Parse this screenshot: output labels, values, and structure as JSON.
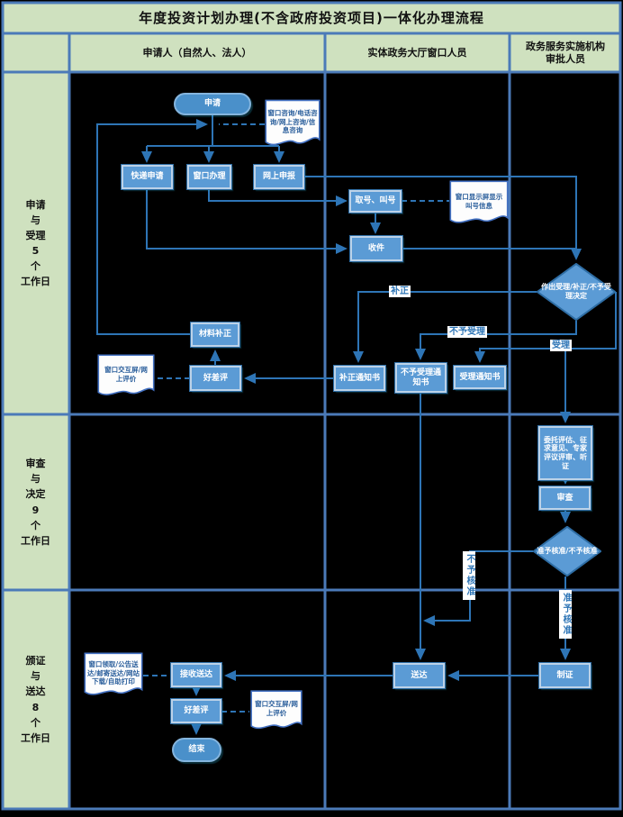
{
  "title": "年度投资计划办理(不含政府投资项目)一体化办理流程",
  "header": {
    "col1": "申请人（自然人、法人）",
    "col2": "实体政务大厅窗口人员",
    "col3": "政务服务实施机构\n审批人员"
  },
  "sidebar": {
    "row1": "申请\n与\n受理\n5\n个\n工作日",
    "row2": "审查\n与\n决定\n9\n个\n工作日",
    "row3": "颁证\n与\n送达\n8\n个\n工作日"
  },
  "nodes": {
    "start": "申请",
    "express_apply": "快递申请",
    "window_handle": "窗口办理",
    "online_declare": "网上申报",
    "take_number": "取号、叫号",
    "receive_files": "收件",
    "decide_accept": "作出受理/补正/不予受理决定",
    "material_fix": "材料补正",
    "rating1": "好差评",
    "fix_notice": "补正通知书",
    "reject_notice": "不予受理通知书",
    "accept_notice": "受理通知书",
    "procedures": "委托评估、征求意见、专家评议评审、听证",
    "review": "审查",
    "decide_approve": "准予核准/不予核准",
    "make_cert": "制证",
    "deliver": "送达",
    "receive_delivery": "接收送达",
    "rating2": "好差评",
    "end": "结束"
  },
  "docs": {
    "consult": "窗口咨询/电话咨询/网上咨询/信息咨询",
    "call_display": "窗口显示屏显示\n叫号信息",
    "eval1": "窗口交互屏/网\n上评价",
    "pickup": "窗口领取/公告送达/邮寄送达/网站下载/自助打印",
    "eval2": "窗口交互屏/网\n上评价"
  },
  "labels": {
    "fix": "补正",
    "not_accept": "不予受理",
    "accept": "受理",
    "not_approve": "不予核准",
    "approve": "准予核准"
  },
  "colors": {
    "lane_green": "#cfe1bf",
    "grid_blue": "#4b7ab8",
    "node_blue": "#5b9bd5",
    "line_blue": "#2e75b6"
  }
}
